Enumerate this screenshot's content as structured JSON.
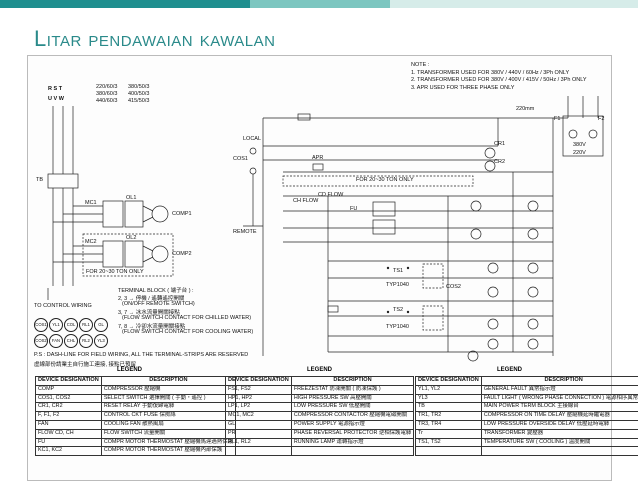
{
  "slide": {
    "title": "Litar pendawaian kawalan",
    "accent_color": "#2a8a8a"
  },
  "diagram": {
    "voltages": {
      "rst": "R   S   T",
      "uvw": "U   V   W",
      "col1": [
        "220/60/3",
        "380/60/3",
        "440/60/3"
      ],
      "col2": [
        "380/50/3",
        "400/50/3",
        "415/50/3"
      ]
    },
    "notes": {
      "heading": "NOTE :",
      "lines": [
        "1. TRANSFORMER USED FOR 380V / 440V / 60Hz / 3Ph ONLY",
        "2. TRANSFORMER USED FOR 380V / 400V / 415V / 50Hz / 3Ph ONLY",
        "3. APR USED FOR THREE PHASE ONLY"
      ]
    },
    "labels": {
      "tb": "TB",
      "mc1": "MC1",
      "mc2": "MC2",
      "ol1": "OL1",
      "ol2": "OL2",
      "comp1": "COMP1",
      "comp2": "COMP2",
      "ton": "FOR 20~30 TON ONLY",
      "to_control": "TO CONTROL WIRING",
      "local": "LOCAL",
      "cos1": "COS1",
      "remote": "REMOTE",
      "apr": "APR",
      "fu": "FU",
      "ch_flow": "CH FLOW",
      "cd_flow": "CD FLOW",
      "cr1": "CR1",
      "cr2": "CR2",
      "ts1": "TS1",
      "ts2": "TS2",
      "typ": "TYP1040",
      "cos2": "COS2",
      "sw": "220mm",
      "v380": "380V",
      "v220": "220V",
      "f1": "F1",
      "f2": "F2"
    },
    "terminal": {
      "heading": "TERMINAL BLOCK ( 端子台 ) :",
      "l1": "2, 3 → 停機 / 遙轉遙控開關",
      "l1b": "(ON/OFF REMOTE SWITCH)",
      "l2": "3, 7 → 冰水流量開關接點",
      "l2b": "(FLOW SWITCH CONTACT FOR CHILLED WATER)",
      "l3": "7, 8 → 冷卻水流量開關接點",
      "l3b": "(FLOW SWITCH CONTACT FOR COOLING WATER)"
    },
    "circles": [
      "COS1",
      "YL1",
      "COL",
      "RL1",
      "GL",
      "COS2",
      "FAN",
      "CHL",
      "RL2",
      "YL3"
    ],
    "ps_note": "P.S : DASH-LINE FOR FIELD WIRING, ALL THE TERMINAL-STRIPS ARE RESERVED",
    "ps_note2": "虛線部份請業主自行施工連接, 接點已預留",
    "legend": {
      "title": "LEGEND",
      "col_device": "DEVICE DESIGNATION",
      "col_desc": "DESCRIPTION",
      "rows1": [
        [
          "COMP",
          "COMPRESSOR 壓縮機"
        ],
        [
          "COS1, COS2",
          "SELECT SWITCH 選擇開關 ( 手動・遙控 )"
        ],
        [
          "CR1, CR2",
          "RESET RELAY 手動復歸電驛"
        ],
        [
          "F, F1, F2",
          "CONTROL CKT FUSE 保險絲"
        ],
        [
          "FAN",
          "COOLING FAN 散熱風扇"
        ],
        [
          "FLOW CD, CH",
          "FLOW SWITCH 流量開關"
        ],
        [
          "FU",
          "COMPR MOTOR THERMOSTAT 壓縮機馬達過熱保護"
        ],
        [
          "KC1, KC2",
          "COMPR MOTOR THERMOSTAT 壓縮機內部保護"
        ]
      ],
      "rows2": [
        [
          "FS1, FS2",
          "FREEZESTAT 防凍開關 ( 防凍保護 )"
        ],
        [
          "HP1, HP2",
          "HIGH PRESSURE SW 高壓開關"
        ],
        [
          "LP1, LP2",
          "LOW PRESSURE SW 低壓開關"
        ],
        [
          "MC1, MC2",
          "COMPRESSOR CONTACTOR 壓縮機電磁開關"
        ],
        [
          "GL",
          "POWER SUPPLY 電源指示燈"
        ],
        [
          "PR",
          "PHASE REVERSAL PROTECTOR 逆相保護電驛"
        ],
        [
          "RL1, RL2",
          "RUNNING LAMP 運轉指示燈"
        ],
        [
          "",
          ""
        ]
      ],
      "rows3": [
        [
          "YL1, YL2",
          "GENERAL FAULT 異常指示燈"
        ],
        [
          "YL3",
          "FAULT LIGHT ( WRONG PHASE CONNECTION ) 電源相序異常燈"
        ],
        [
          "TB",
          "MAIN POWER TERM BLOCK 主接線台"
        ],
        [
          "TR1, TR2",
          "COMPRESSOR ON TIME DELAY 壓縮機延時繼電器"
        ],
        [
          "TR3, TR4",
          "LOW PRESSURE OVERSIDE DELAY 低壓延時電驛"
        ],
        [
          "Tr",
          "TRANSFORMER 變壓器"
        ],
        [
          "TS1, TS2",
          "TEMPERATURE SW ( COOLING ) 溫度開關"
        ],
        [
          "",
          ""
        ]
      ]
    }
  }
}
